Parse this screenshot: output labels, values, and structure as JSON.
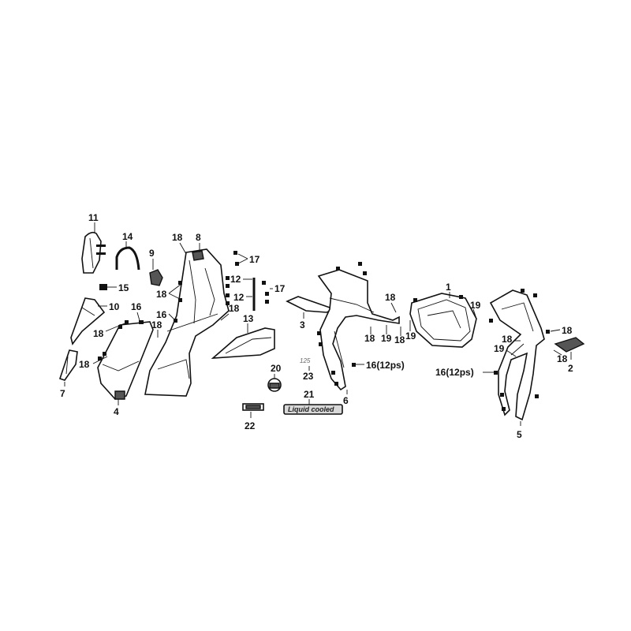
{
  "callouts": {
    "c1": "1",
    "c2": "2",
    "c3": "3",
    "c4": "4",
    "c5": "5",
    "c6": "6",
    "c7": "7",
    "c8": "8",
    "c9": "9",
    "c10": "10",
    "c11": "11",
    "c12a": "12",
    "c12b": "12",
    "c13": "13",
    "c14": "14",
    "c15": "15",
    "c16a": "16",
    "c16b": "16",
    "c16c": "16(12ps)",
    "c16d": "16(12ps)",
    "c17a": "17",
    "c17b": "17",
    "c18a": "18",
    "c18b": "18",
    "c18c": "18",
    "c18d": "18",
    "c18e": "18",
    "c18f": "18",
    "c18g": "18",
    "c18h": "18",
    "c18i": "18",
    "c18j": "18",
    "c18k": "18",
    "c18l": "18",
    "c19a": "19",
    "c19b": "19",
    "c19c": "19",
    "c19d": "19",
    "c20": "20",
    "c21": "21",
    "c22": "22",
    "c23": "23"
  },
  "badges": {
    "liquid_cooled": "Liquid cooled",
    "model_23": "125"
  }
}
